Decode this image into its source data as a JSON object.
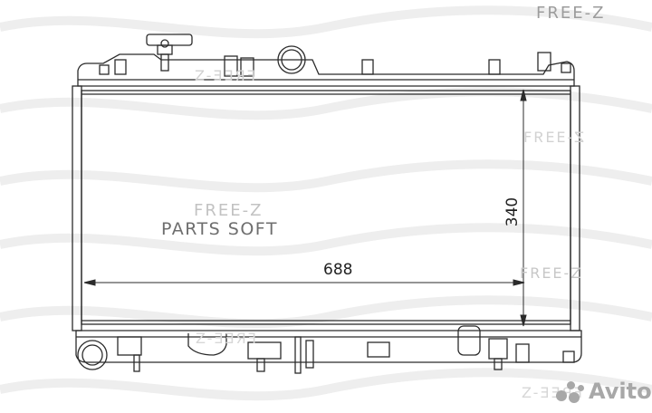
{
  "watermarks": {
    "brand": "FREE-Z",
    "brand_alt": "Z-ƎƎЯꟻ"
  },
  "labels": {
    "parts": "PARTS SOFT",
    "width_dim": "688",
    "height_dim": "340"
  },
  "badge": {
    "avito": "Avito"
  },
  "colors": {
    "line": "#2b2b2b",
    "watermark": "#c4c4c4"
  }
}
